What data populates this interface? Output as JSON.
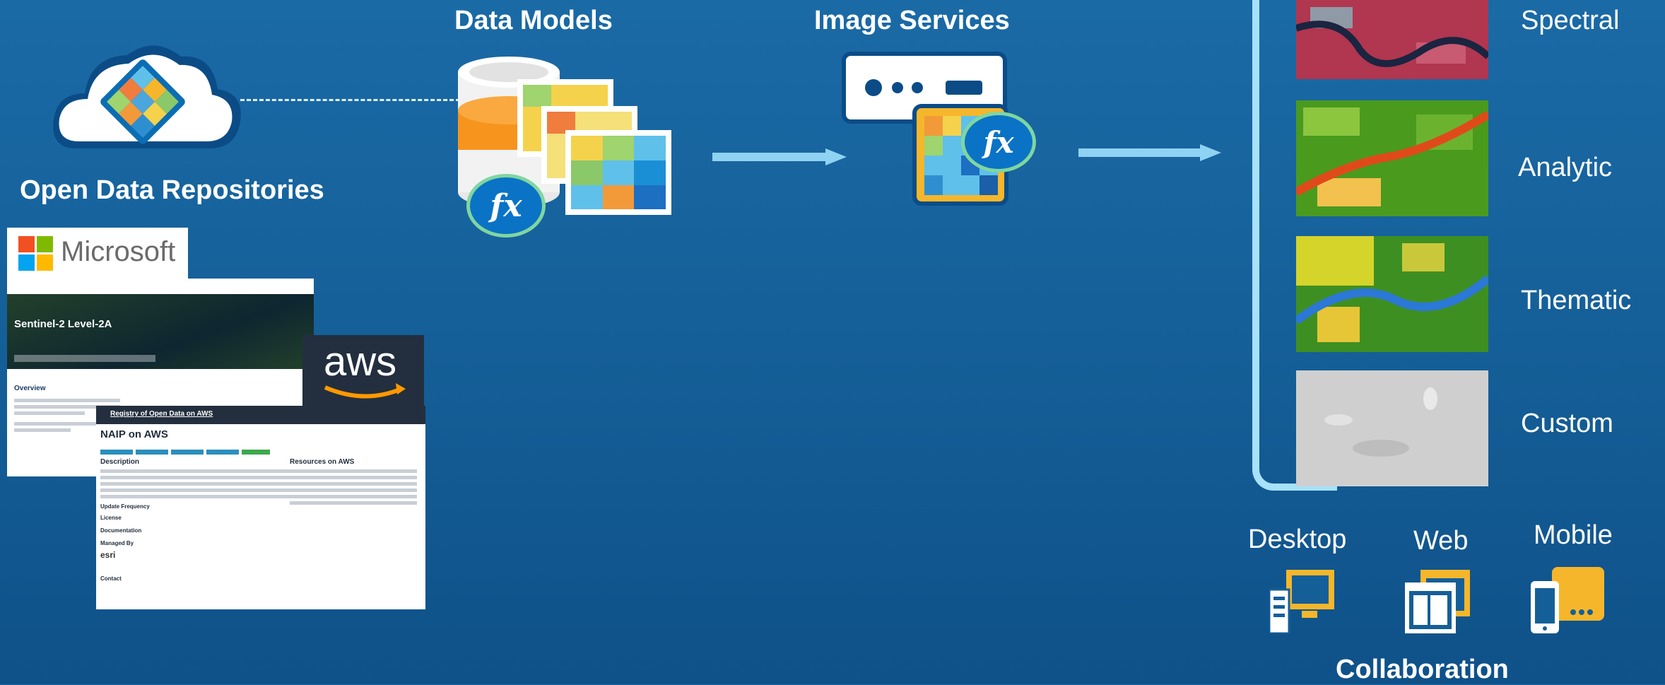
{
  "headings": {
    "data_models": "Data Models",
    "image_services": "Image Services",
    "open_data_repositories": "Open Data Repositories",
    "collaboration": "Collaboration"
  },
  "outputs": [
    {
      "label": "Spectral"
    },
    {
      "label": "Analytic"
    },
    {
      "label": "Thematic"
    },
    {
      "label": "Custom"
    }
  ],
  "clients": [
    {
      "label": "Desktop",
      "icon": "desktop-icon"
    },
    {
      "label": "Web",
      "icon": "web-browser-icon"
    },
    {
      "label": "Mobile",
      "icon": "mobile-devices-icon"
    }
  ],
  "function_badge": "fx",
  "microsoft": {
    "logo_text": "Microsoft",
    "dataset_title": "Sentinel-2 Level-2A",
    "section_heading": "Overview"
  },
  "aws": {
    "logo_text": "aws",
    "registry_title": "Registry of Open Data on AWS",
    "dataset_title": "NAIP on AWS",
    "description_heading": "Description",
    "resources_heading": "Resources on AWS",
    "update_frequency_heading": "Update Frequency",
    "license_heading": "License",
    "documentation_heading": "Documentation",
    "managed_by_heading": "Managed By",
    "managed_by_logo": "esri",
    "contact_heading": "Contact"
  },
  "colors": {
    "background": "#155f98",
    "arrow": "#8fd3f2",
    "bracket": "#a7e1fa",
    "device_gold": "#f5b62b",
    "fx_badge": "#0a73c6"
  }
}
